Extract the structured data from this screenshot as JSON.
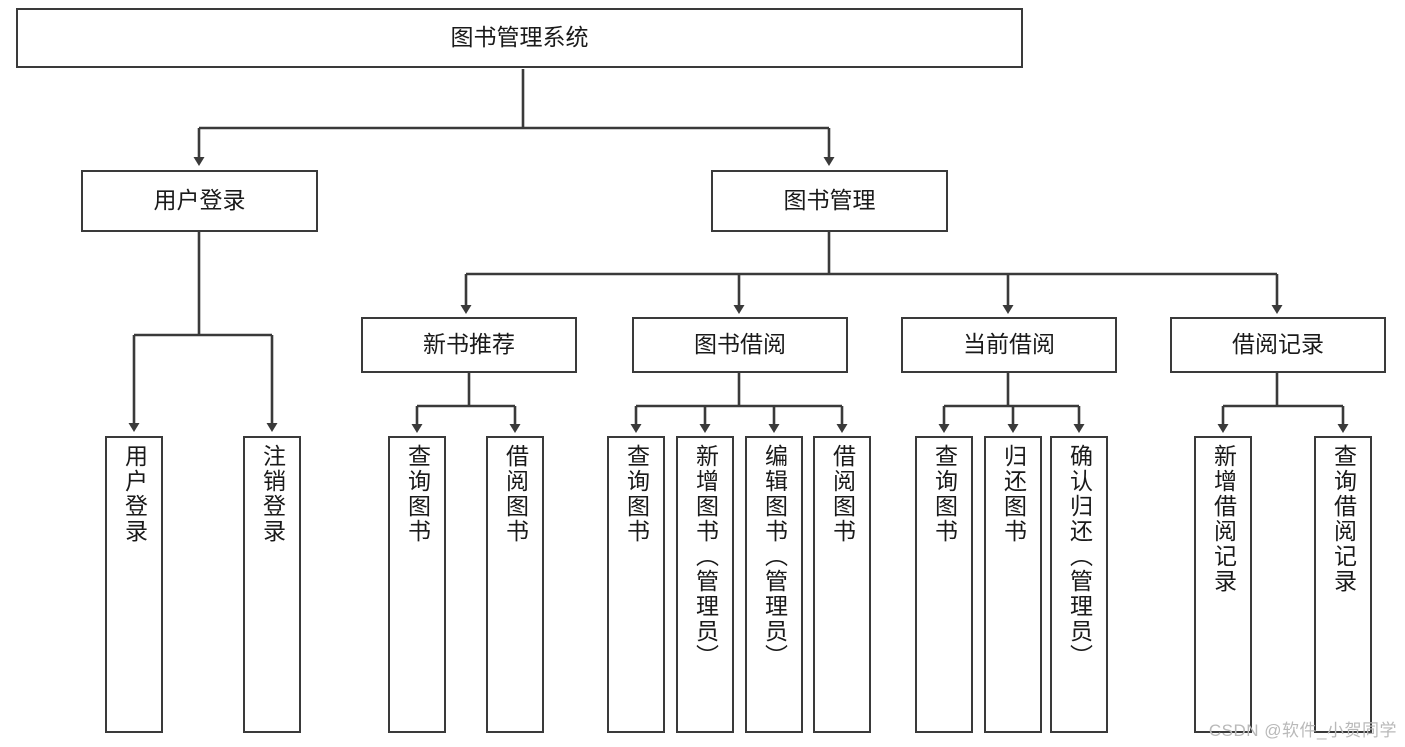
{
  "diagram": {
    "title": "图书管理系统",
    "type": "tree-hierarchy",
    "watermark": "CSDN @软件_小贺同学",
    "line_color": "#3a3a3a",
    "box_fill": "#ffffff",
    "text_color": "#1a1a1a"
  },
  "nodes": {
    "root": {
      "label": "图书管理系统"
    },
    "level1": [
      {
        "label": "用户登录"
      },
      {
        "label": "图书管理"
      }
    ],
    "level2": [
      {
        "label": "新书推荐"
      },
      {
        "label": "图书借阅"
      },
      {
        "label": "当前借阅"
      },
      {
        "label": "借阅记录"
      }
    ],
    "leaves": {
      "user_login": [
        {
          "label": "用户登录"
        },
        {
          "label": "注销登录"
        }
      ],
      "new_book": [
        {
          "label": "查询图书"
        },
        {
          "label": "借阅图书"
        }
      ],
      "book_borrow": [
        {
          "label": "查询图书"
        },
        {
          "label": "新增图书（管理员）"
        },
        {
          "label": "编辑图书（管理员）"
        },
        {
          "label": "借阅图书"
        }
      ],
      "current_borrow": [
        {
          "label": "查询图书"
        },
        {
          "label": "归还图书"
        },
        {
          "label": "确认归还（管理员）"
        }
      ],
      "borrow_record": [
        {
          "label": "新增借阅记录"
        },
        {
          "label": "查询借阅记录"
        }
      ]
    }
  }
}
